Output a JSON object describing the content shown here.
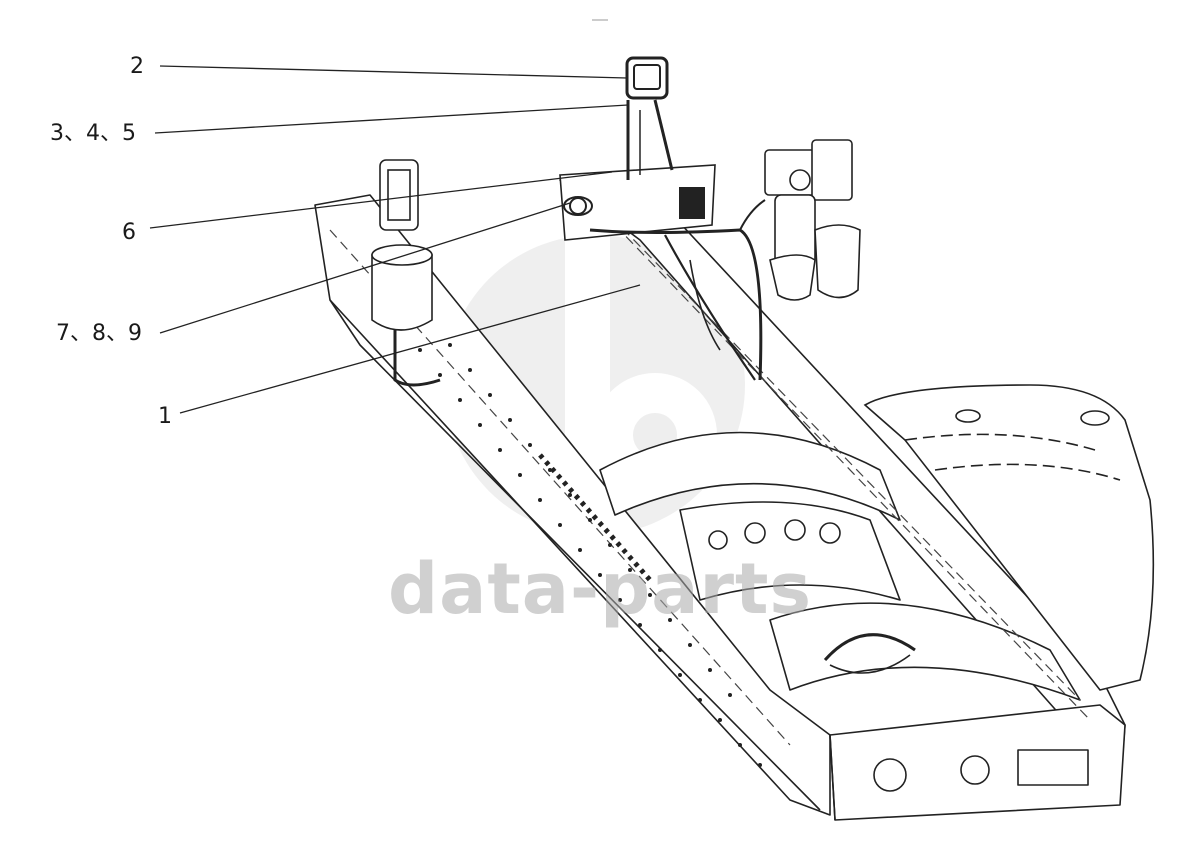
{
  "callouts": {
    "c1": "1",
    "c2": "2",
    "c3": "3、4、5",
    "c4": "6",
    "c5": "7、8、9"
  },
  "watermark": {
    "text": "data-parts"
  },
  "colors": {
    "line": "#222222",
    "watermark": "#bdbdbd",
    "background": "#ffffff"
  }
}
